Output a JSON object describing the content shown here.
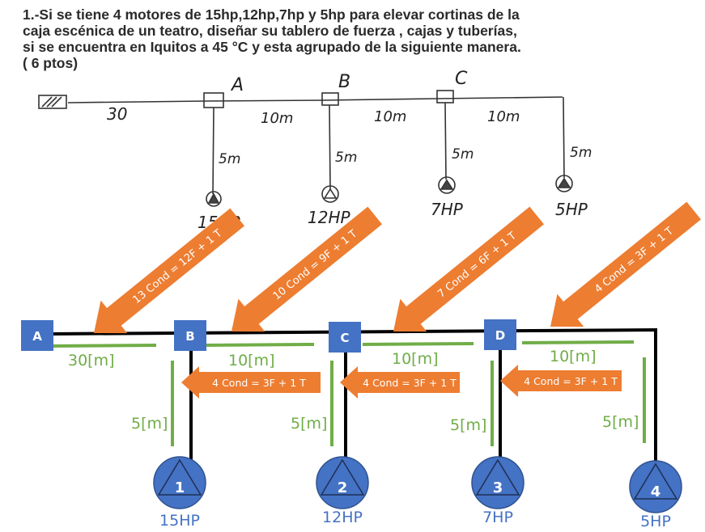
{
  "problem": {
    "lines": [
      "1.-Si se tiene 4 motores de 15hp,12hp,7hp y 5hp para  elevar cortinas de la",
      "caja escénica de un teatro, diseñar su tablero de fuerza , cajas y tuberías,",
      "si se encuentra en Iquitos a 45 °C y esta agrupado de la siguiente manera.",
      "( 6 ptos)"
    ]
  },
  "sketch": {
    "box_labels": [
      "A",
      "B",
      "C"
    ],
    "main_lengths": [
      "30",
      "10m",
      "10m",
      "10m"
    ],
    "branch_lengths": [
      "5m",
      "5m",
      "5m",
      "5m"
    ],
    "motor_labels": [
      "15HP",
      "12HP",
      "7HP",
      "5HP"
    ]
  },
  "diagram": {
    "nodes": [
      "A",
      "B",
      "C",
      "D"
    ],
    "segment_lengths": [
      "30[m]",
      "10[m]",
      "10[m]",
      "10[m]"
    ],
    "branch_lengths": [
      "5[m]",
      "5[m]",
      "5[m]",
      "5[m]"
    ],
    "motors": [
      {
        "number": "1",
        "hp": "15HP"
      },
      {
        "number": "2",
        "hp": "12HP"
      },
      {
        "number": "3",
        "hp": "7HP"
      },
      {
        "number": "4",
        "hp": "5HP"
      }
    ],
    "diagonal_arrows": [
      "13 Cond = 12F + 1 T",
      "10 Cond = 9F + 1 T",
      "7 Cond = 6F + 1 T",
      "4 Cond = 3F + 1 T"
    ],
    "branch_arrows": [
      "4 Cond = 3F + 1 T",
      "4 Cond = 3F + 1 T",
      "4 Cond = 3F + 1 T"
    ],
    "colors": {
      "node": "#4472c4",
      "motor": "#4472c4",
      "dimension": "#70ad47",
      "arrow": "#ed7d31",
      "wire": "#000000"
    }
  }
}
